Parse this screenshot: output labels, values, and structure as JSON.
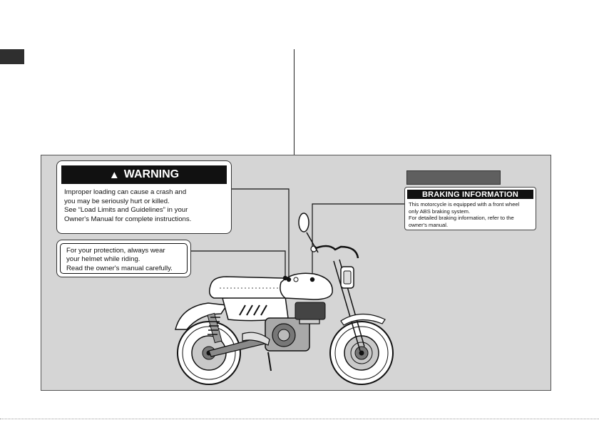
{
  "warning_label": {
    "title": "WARNING",
    "lines": [
      "Improper loading can cause a crash and",
      "you may be seriously hurt or killed.",
      "See “Load Limits and Guidelines” in your",
      "Owner's Manual for complete instructions."
    ]
  },
  "helmet_label": {
    "lines": [
      "For your protection, always wear",
      "your helmet while riding.",
      "Read the owner's manual carefully."
    ]
  },
  "braking_label": {
    "title": "BRAKING INFORMATION",
    "lines": [
      "This motorcycle is equipped with a front wheel",
      "only ABS braking system.",
      "For detailed braking information, refer to the",
      "owner's manual."
    ]
  },
  "icons": {
    "warning": "warning-triangle-icon",
    "illustration": "motorcycle-illustration"
  },
  "colors": {
    "panel_bg": "#d5d5d5",
    "label_header": "#111111",
    "region_bar": "#5f5f5f",
    "edge_tab": "#2f2f2f"
  }
}
